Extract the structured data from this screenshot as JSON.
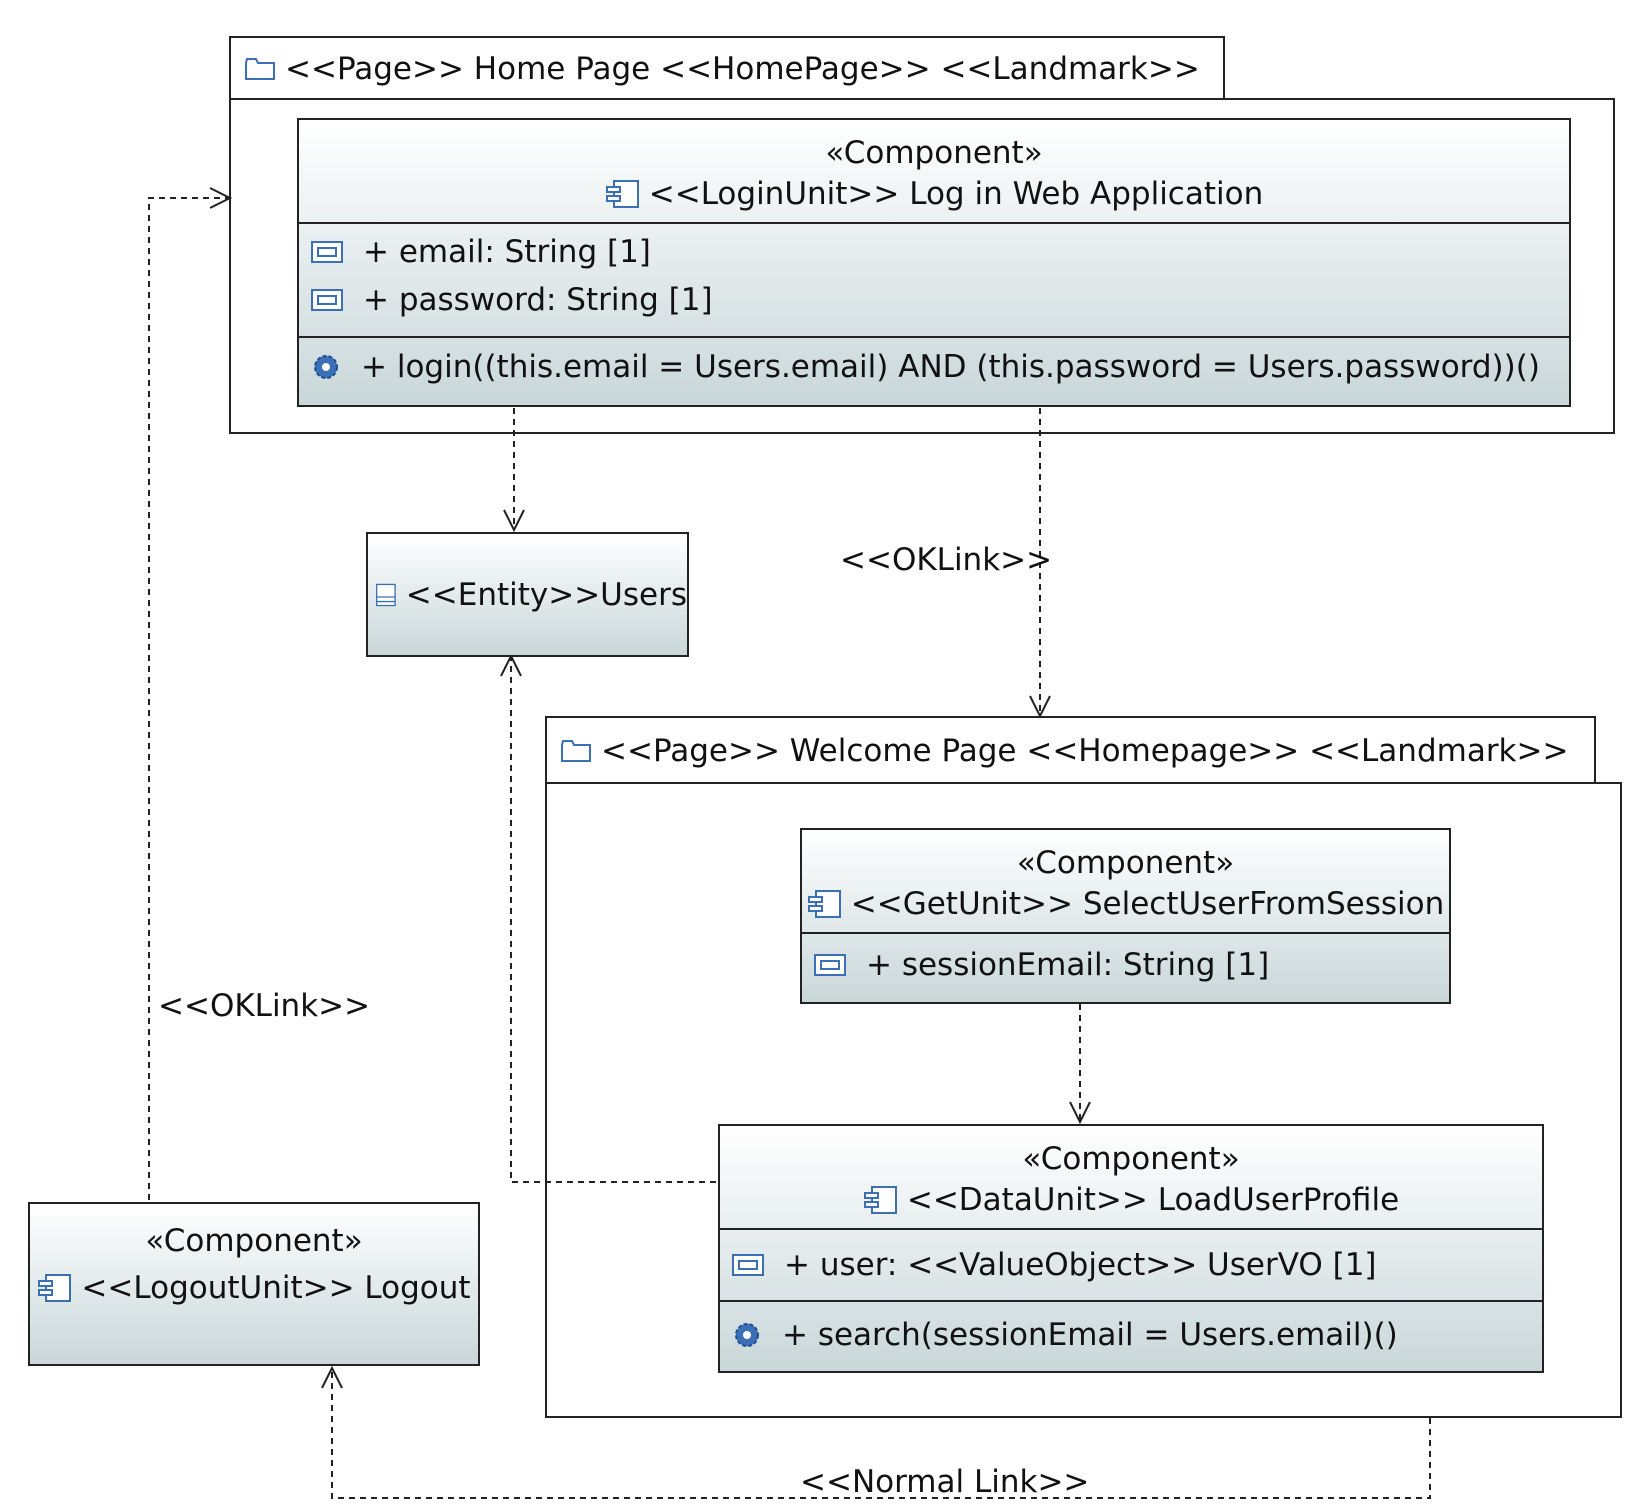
{
  "home_page": {
    "tab_label": "<<Page>> Home Page <<HomePage>> <<Landmark>>",
    "login_component": {
      "stereotype": "«Component»",
      "name": "<<LoginUnit>> Log in Web Application",
      "attributes": [
        "+ email: String [1]",
        "+ password: String [1]"
      ],
      "operations": [
        "+ login((this.email = Users.email) AND (this.password = Users.password))()"
      ]
    }
  },
  "entity": {
    "label": "<<Entity>>Users"
  },
  "welcome_page": {
    "tab_label": "<<Page>> Welcome Page <<Homepage>> <<Landmark>>",
    "get_component": {
      "stereotype": "«Component»",
      "name": "<<GetUnit>> SelectUserFromSession",
      "attributes": [
        "+ sessionEmail: String [1]"
      ]
    },
    "data_component": {
      "stereotype": "«Component»",
      "name": "<<DataUnit>> LoadUserProfile",
      "attributes": [
        "+ user: <<ValueObject>> UserVO [1]"
      ],
      "operations": [
        "+ search(sessionEmail = Users.email)()"
      ]
    }
  },
  "logout_component": {
    "stereotype": "«Component»",
    "name": "<<LogoutUnit>> Logout"
  },
  "links": {
    "ok_link_right": "<<OKLink>>",
    "ok_link_left": "<<OKLink>>",
    "normal_link": "<<Normal Link>>"
  },
  "colors": {
    "box_gradient_top": "#ffffff",
    "box_gradient_bottom": "#c9d7d9",
    "icon_blue": "#3b6fb6",
    "line": "#222222"
  }
}
